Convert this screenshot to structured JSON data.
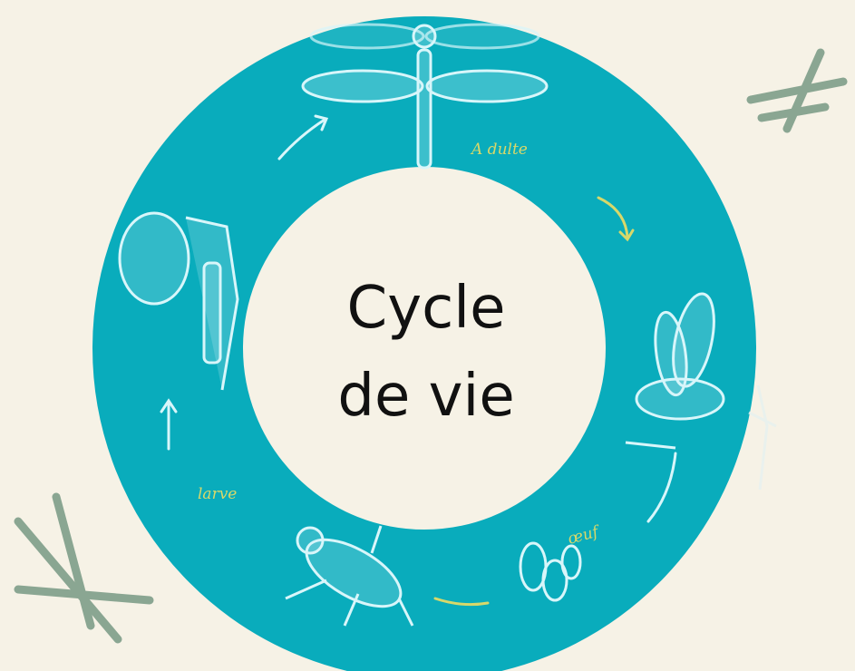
{
  "title": {
    "line1": "Cycle",
    "line2": "de vie"
  },
  "stages": {
    "adult": "A dulte",
    "egg": "œuf",
    "larva": "larve"
  },
  "colors": {
    "background": "#f6f2e6",
    "ring": "#09acbc",
    "sketch": "#d8f6fa",
    "handwriting": "#d7d86a",
    "decor_dragonfly": "#7f9e8a"
  },
  "icons": [
    "dragonfly-icon",
    "emerging-dragonfly-icon",
    "egg-cluster-icon",
    "nymph-icon",
    "exuvia-icon",
    "cycle-arrow-icon"
  ]
}
